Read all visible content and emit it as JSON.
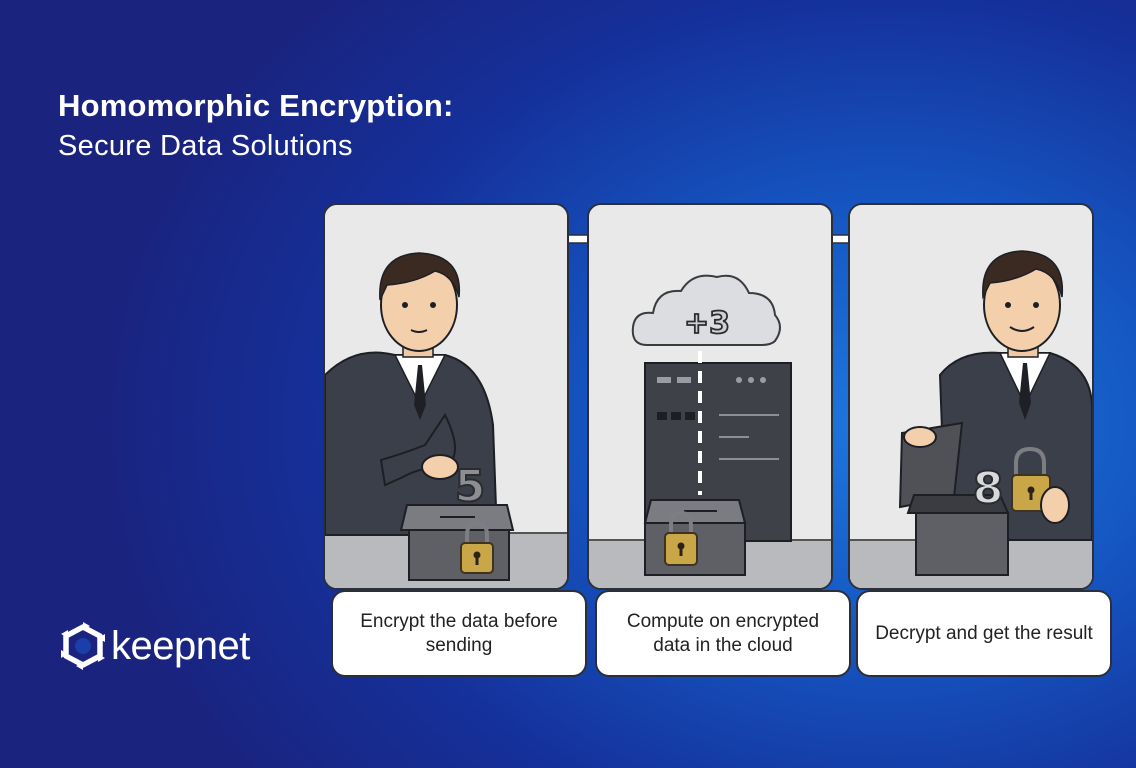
{
  "header": {
    "title": "Homomorphic Encryption:",
    "subtitle": "Secure Data Solutions"
  },
  "brand": {
    "name": "keepnet",
    "icon": "keepnet-logo-icon"
  },
  "steps": [
    {
      "caption": "Encrypt the data before sending",
      "box_number": "5",
      "icons": [
        "businessman",
        "locked-box",
        "padlock-icon"
      ]
    },
    {
      "caption": "Compute on encrypted data in the cloud",
      "cloud_label": "+3",
      "icons": [
        "cloud-icon",
        "server-icon",
        "locked-box",
        "padlock-icon"
      ]
    },
    {
      "caption": "Decrypt and get the result",
      "result_number": "8",
      "icons": [
        "businessman",
        "open-box",
        "padlock-icon"
      ]
    }
  ],
  "colors": {
    "background_dark": "#1a237e",
    "background_light": "#1d78dd",
    "panel_bg": "#e9e9ea",
    "suit": "#3b3f4a",
    "box": "#66686d",
    "padlock": "#c9a647"
  }
}
